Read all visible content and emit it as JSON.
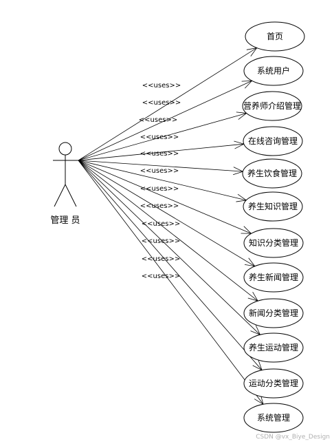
{
  "actor": {
    "label": "管理 员"
  },
  "uses_label": "<<uses>>",
  "use_cases": [
    {
      "label": "首页"
    },
    {
      "label": "系统用户"
    },
    {
      "label": "营养师介绍管理"
    },
    {
      "label": "在线咨询管理"
    },
    {
      "label": "养生饮食管理"
    },
    {
      "label": "养生知识管理"
    },
    {
      "label": "知识分类管理"
    },
    {
      "label": "养生新闻管理"
    },
    {
      "label": "新闻分类管理"
    },
    {
      "label": "养生运动管理"
    },
    {
      "label": "运动分类管理"
    },
    {
      "label": "系统管理"
    }
  ],
  "watermark": "CSDN @vx_Biye_Design"
}
